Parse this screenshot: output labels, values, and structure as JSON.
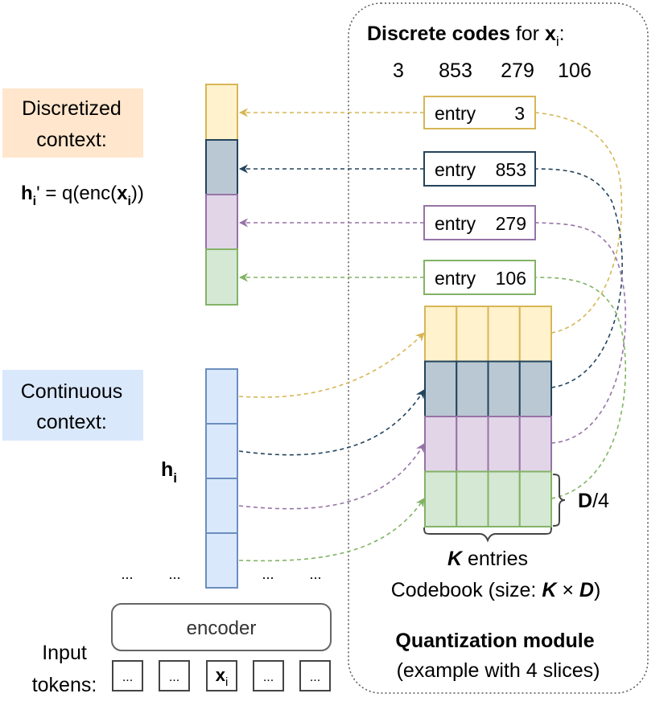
{
  "discretized_label": {
    "line1": "Discretized",
    "line2": "context:"
  },
  "continuous_label": {
    "line1": "Continuous",
    "line2": "context:"
  },
  "formula": {
    "h": "h",
    "i": "i",
    "rest1": "' = q(enc(",
    "x": "x",
    "i2": "i",
    "rest2": "))"
  },
  "h_label": {
    "h": "h",
    "i": "i"
  },
  "codes_title": {
    "bold": "Discrete codes",
    "plain": " for ",
    "x": "x",
    "sub": "i",
    "colon": ":"
  },
  "codes": [
    "3",
    "853",
    "279",
    "106"
  ],
  "entries": [
    {
      "text": "entry",
      "num": "3",
      "color": "#d6b656"
    },
    {
      "text": "entry",
      "num": "853",
      "color": "#23445d"
    },
    {
      "text": "entry",
      "num": "279",
      "color": "#9673a6"
    },
    {
      "text": "entry",
      "num": "106",
      "color": "#82b366"
    }
  ],
  "slice_colors": [
    {
      "fill": "#fff2cc",
      "stroke": "#d6b656"
    },
    {
      "fill": "#bac8d3",
      "stroke": "#23445d"
    },
    {
      "fill": "#e1d5e7",
      "stroke": "#9673a6"
    },
    {
      "fill": "#d5e8d4",
      "stroke": "#82b366"
    }
  ],
  "dims": {
    "bold": "D",
    "rest": "/4"
  },
  "k_entries": {
    "k": "K",
    "rest": " entries"
  },
  "codebook": {
    "pre": "Codebook (size: ",
    "k": "K",
    "times": " × ",
    "d": "D",
    "post": ")"
  },
  "module_title": "Quantization module",
  "module_subtitle": "(example with 4 slices)",
  "encoder_label": "encoder",
  "input_label": {
    "line1": "Input",
    "line2": "tokens:"
  },
  "tokens": [
    "...",
    "...",
    "x",
    "...",
    "..."
  ],
  "token_sub": "i",
  "ellipsis": "..."
}
